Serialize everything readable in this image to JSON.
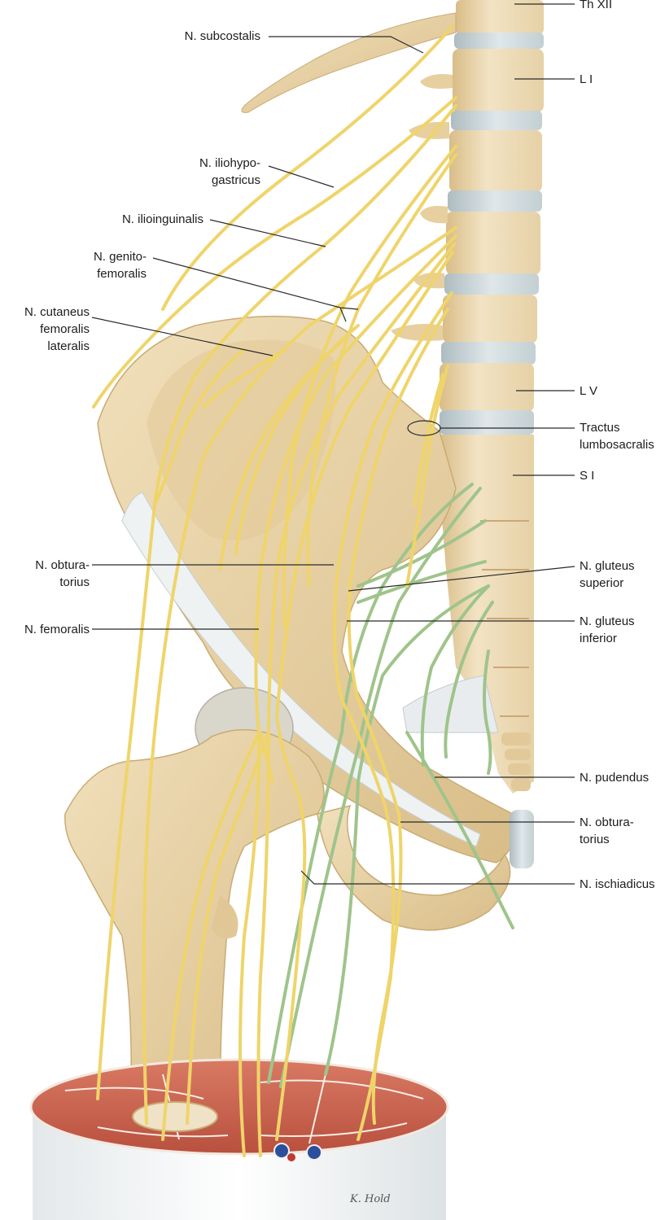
{
  "labels_left": [
    {
      "id": "subcostalis",
      "text": "N. subcostalis"
    },
    {
      "id": "iliohypogastricus",
      "text": "N. iliohypo-\ngastricus"
    },
    {
      "id": "ilioinguinalis",
      "text": "N. ilioinguinalis"
    },
    {
      "id": "genitofemoralis",
      "text": "N. genito-\nfemoralis"
    },
    {
      "id": "cutaneus",
      "text": "N. cutaneus\nfemoralis\nlateralis"
    },
    {
      "id": "obturatorius1",
      "text": "N. obtura-\ntorius"
    },
    {
      "id": "femoralis",
      "text": "N. femoralis"
    }
  ],
  "labels_right": [
    {
      "id": "thxii",
      "text": "Th XII"
    },
    {
      "id": "li",
      "text": "L I"
    },
    {
      "id": "lv",
      "text": "L V"
    },
    {
      "id": "tractus",
      "text": "Tractus\nlumbosacralis"
    },
    {
      "id": "si",
      "text": "S I"
    },
    {
      "id": "glutsup",
      "text": "N. gluteus\nsuperior"
    },
    {
      "id": "glutinf",
      "text": "N. gluteus\ninferior"
    },
    {
      "id": "pudendus",
      "text": "N. pudendus"
    },
    {
      "id": "obturatorius2",
      "text": "N. obtura-\ntorius"
    },
    {
      "id": "ischiadicus",
      "text": "N. ischiadicus"
    }
  ],
  "signature": "K. Hold",
  "colors": {
    "bone": "#e8d3a8",
    "bone_shadow": "#c9ab74",
    "disc": "#c7d3d6",
    "nerve_yellow": "#efd46a",
    "nerve_green": "#9fc48b",
    "ligament": "#e9eef0",
    "muscle": "#c9624f",
    "leader": "#2a2a2a"
  }
}
